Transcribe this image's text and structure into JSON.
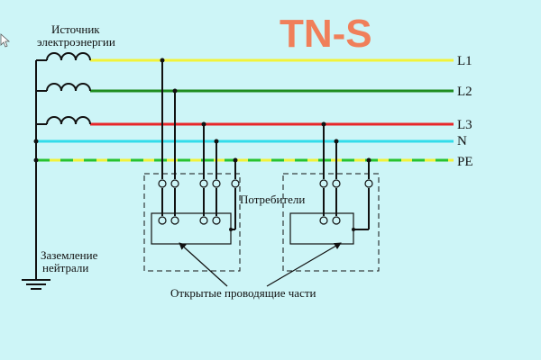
{
  "title": "TN-S",
  "source_label_line1": "Источник",
  "source_label_line2": "электроэнергии",
  "ground_label_line1": "Заземление",
  "ground_label_line2": "нейтрали",
  "consumers_label": "Потребители",
  "exposed_parts_label": "Открытые проводящие части",
  "lines": [
    {
      "id": "L1",
      "label": "L1",
      "color": "#f2f23a"
    },
    {
      "id": "L2",
      "label": "L2",
      "color": "#1f8c1f"
    },
    {
      "id": "L3",
      "label": "L3",
      "color": "#e8262a"
    },
    {
      "id": "N",
      "label": "N",
      "color": "#33dcea"
    },
    {
      "id": "PE",
      "label": "PE",
      "colors": [
        "#f2f23a",
        "#27c22f"
      ]
    }
  ],
  "colors": {
    "background": "#cdf5f7",
    "title": "#f07f5a",
    "wire": "#111111"
  }
}
